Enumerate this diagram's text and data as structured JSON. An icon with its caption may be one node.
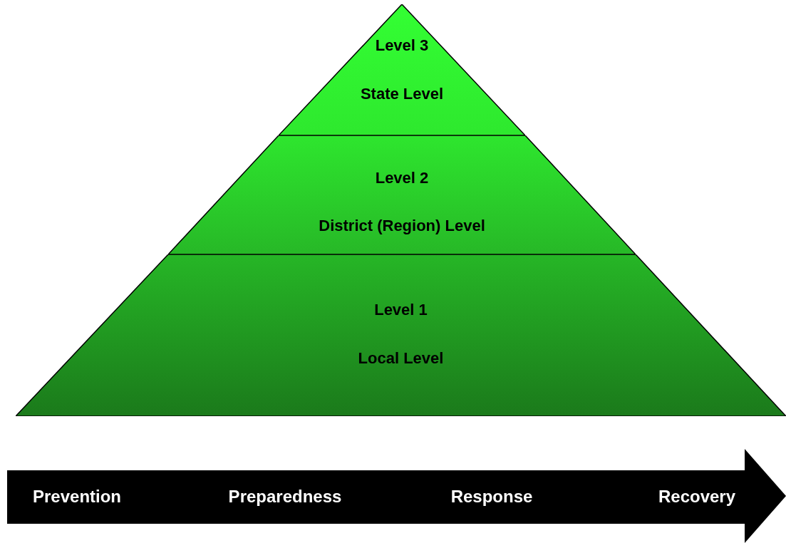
{
  "diagram": {
    "nodes": [
      {
        "text": [
          "Level 3",
          "State Level"
        ]
      },
      {
        "text": [
          "Level 2",
          "District (Region) Level"
        ]
      },
      {
        "text": [
          "Level 1",
          "Local Level"
        ]
      },
      {
        "text": [
          "Prevention",
          "Preparedness",
          "Response",
          "Recovery"
        ]
      }
    ]
  }
}
